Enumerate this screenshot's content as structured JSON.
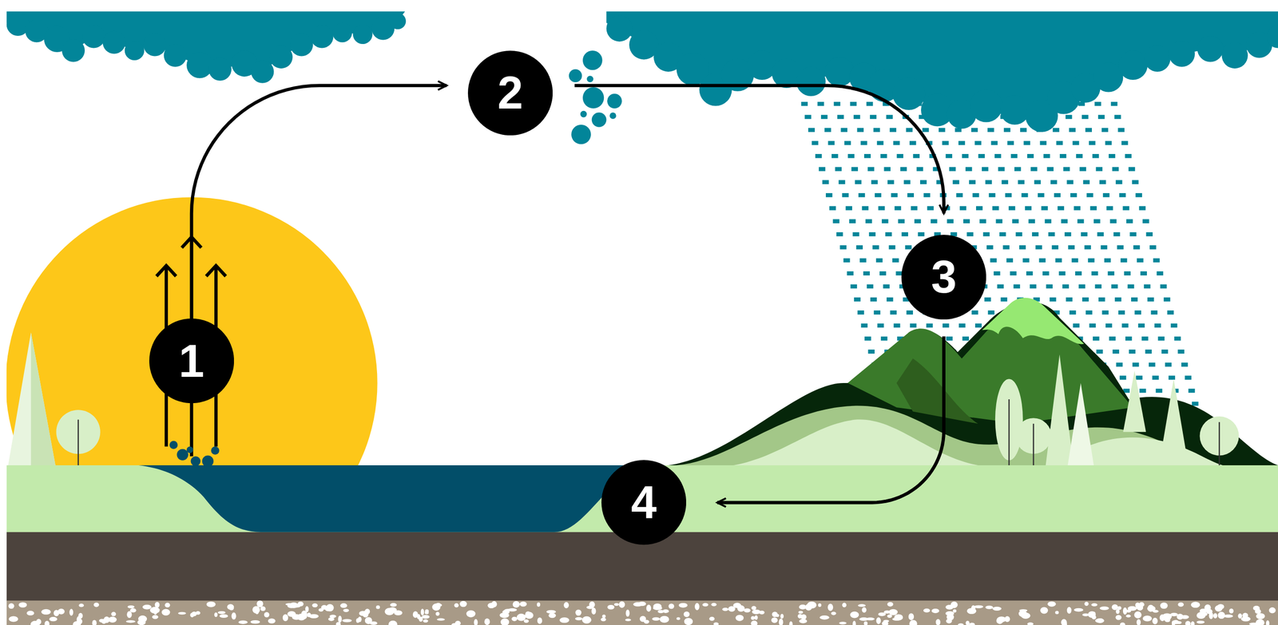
{
  "diagram": {
    "nodes": [
      {
        "text": [
          "1"
        ]
      },
      {
        "text": [
          "2"
        ]
      },
      {
        "text": [
          "3"
        ]
      },
      {
        "text": [
          "4"
        ]
      }
    ],
    "edges": [
      {
        "from": 0,
        "to": 1,
        "arrow": "to"
      },
      {
        "from": 1,
        "to": 2,
        "arrow": "to"
      },
      {
        "from": 2,
        "to": 3,
        "arrow": "to"
      }
    ]
  }
}
